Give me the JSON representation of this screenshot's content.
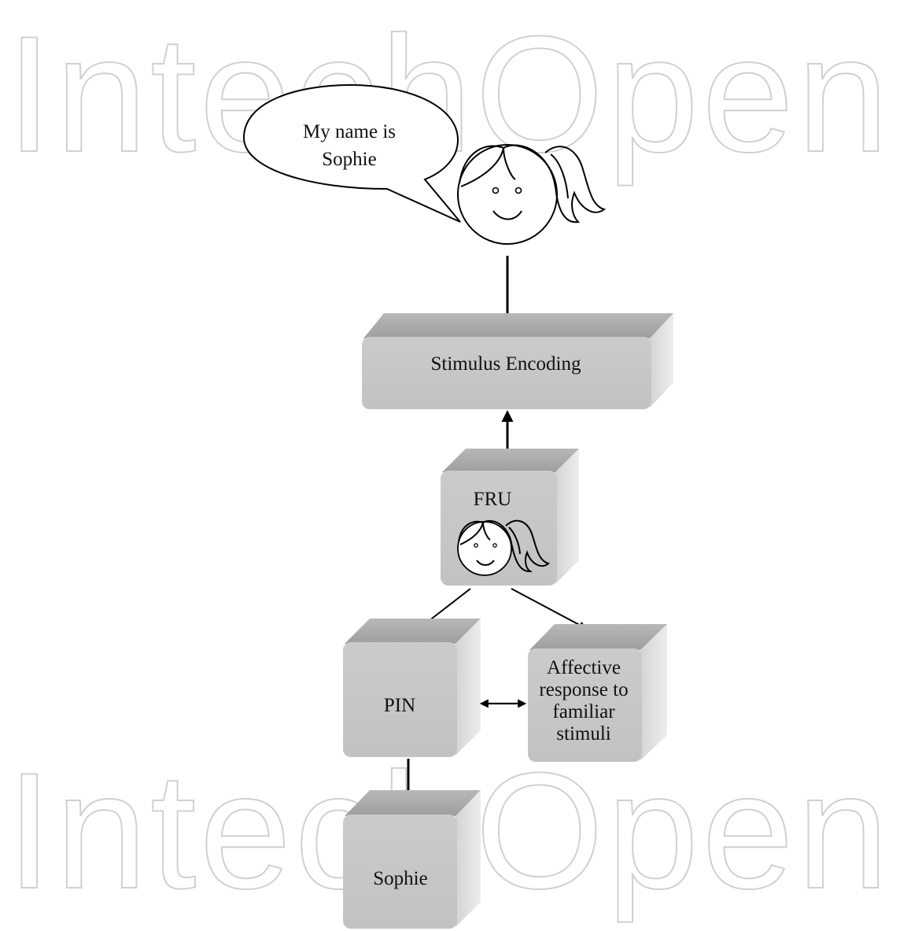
{
  "watermark": "IntechOpen",
  "speech_bubble": {
    "lines": [
      "My name is",
      "Sophie"
    ]
  },
  "boxes": {
    "stimulus": "Stimulus Encoding",
    "fru": "FRU",
    "pin": "PIN",
    "affective": [
      "Affective",
      "response to",
      "familiar",
      "stimuli"
    ],
    "output": "Sophie"
  },
  "colors": {
    "box_front": "#c8c8c8",
    "box_top": "#a9a9a9",
    "box_side": "#e2e2e2",
    "watermark": "#d0d0d0"
  }
}
